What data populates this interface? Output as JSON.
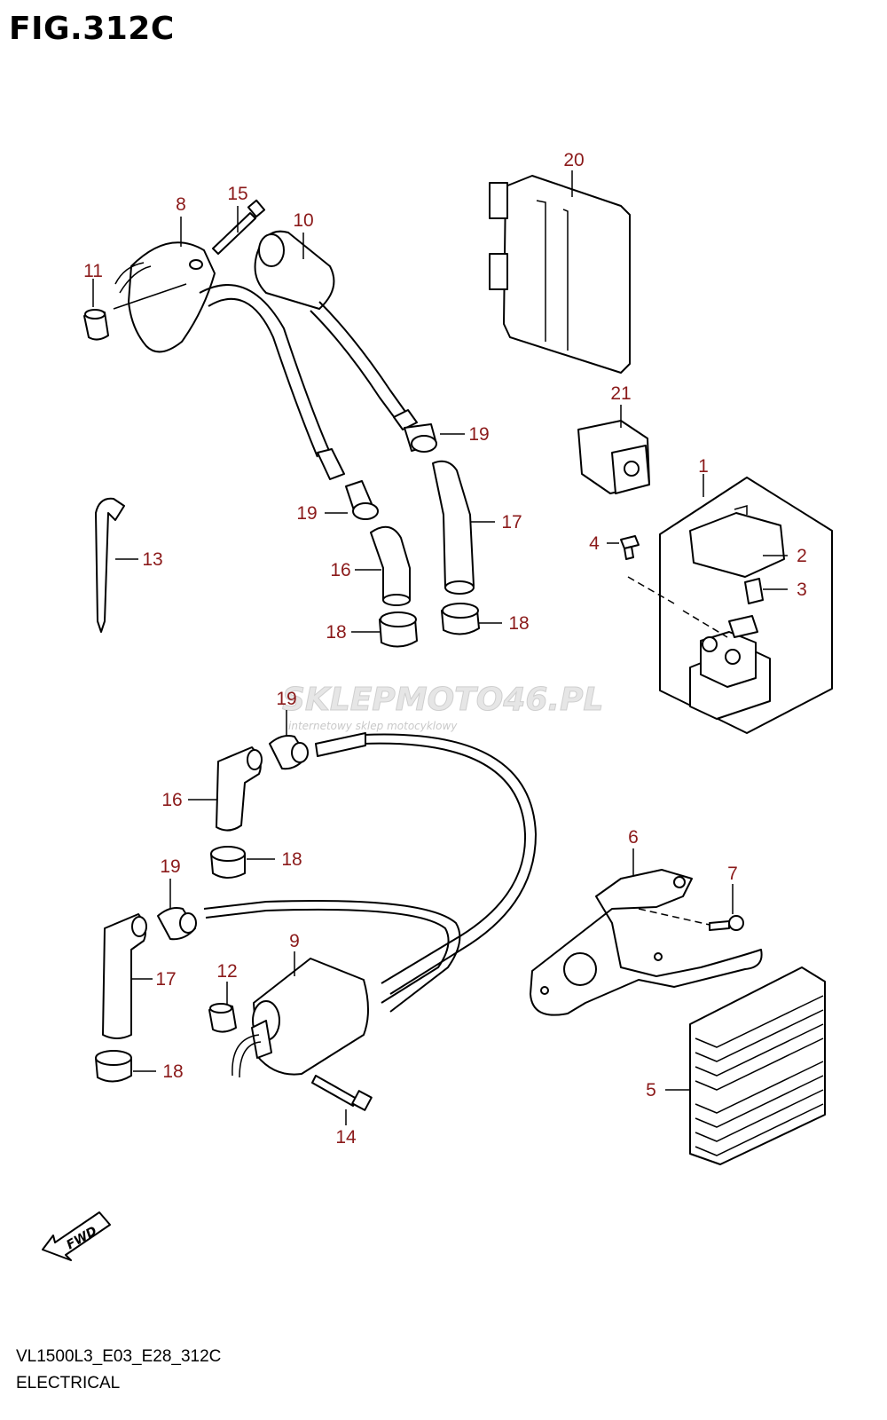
{
  "figure": {
    "title": "FIG.312C",
    "code": "VL1500L3_E03_E28_312C",
    "name": "ELECTRICAL"
  },
  "callouts": [
    {
      "id": "1",
      "label": "1"
    },
    {
      "id": "2",
      "label": "2"
    },
    {
      "id": "3",
      "label": "3"
    },
    {
      "id": "4",
      "label": "4"
    },
    {
      "id": "5",
      "label": "5"
    },
    {
      "id": "6",
      "label": "6"
    },
    {
      "id": "7",
      "label": "7"
    },
    {
      "id": "8",
      "label": "8"
    },
    {
      "id": "9",
      "label": "9"
    },
    {
      "id": "10",
      "label": "10"
    },
    {
      "id": "11",
      "label": "11"
    },
    {
      "id": "12",
      "label": "12"
    },
    {
      "id": "13",
      "label": "13"
    },
    {
      "id": "14",
      "label": "14"
    },
    {
      "id": "15",
      "label": "15"
    },
    {
      "id": "16a",
      "label": "16"
    },
    {
      "id": "16b",
      "label": "16"
    },
    {
      "id": "17a",
      "label": "17"
    },
    {
      "id": "17b",
      "label": "17"
    },
    {
      "id": "18a",
      "label": "18"
    },
    {
      "id": "18b",
      "label": "18"
    },
    {
      "id": "18c",
      "label": "18"
    },
    {
      "id": "18d",
      "label": "18"
    },
    {
      "id": "19a",
      "label": "19"
    },
    {
      "id": "19b",
      "label": "19"
    },
    {
      "id": "19c",
      "label": "19"
    },
    {
      "id": "19d",
      "label": "19"
    },
    {
      "id": "20",
      "label": "20"
    },
    {
      "id": "21",
      "label": "21"
    }
  ],
  "watermark": {
    "brand": "SKLEPMOTO46.PL",
    "tagline": "internetowy sklep motocyklowy"
  },
  "fwd_badge": "FWD",
  "colors": {
    "callout_text": "#8b1a1a",
    "line_art": "#000000",
    "watermark": "#e6e6e6"
  }
}
